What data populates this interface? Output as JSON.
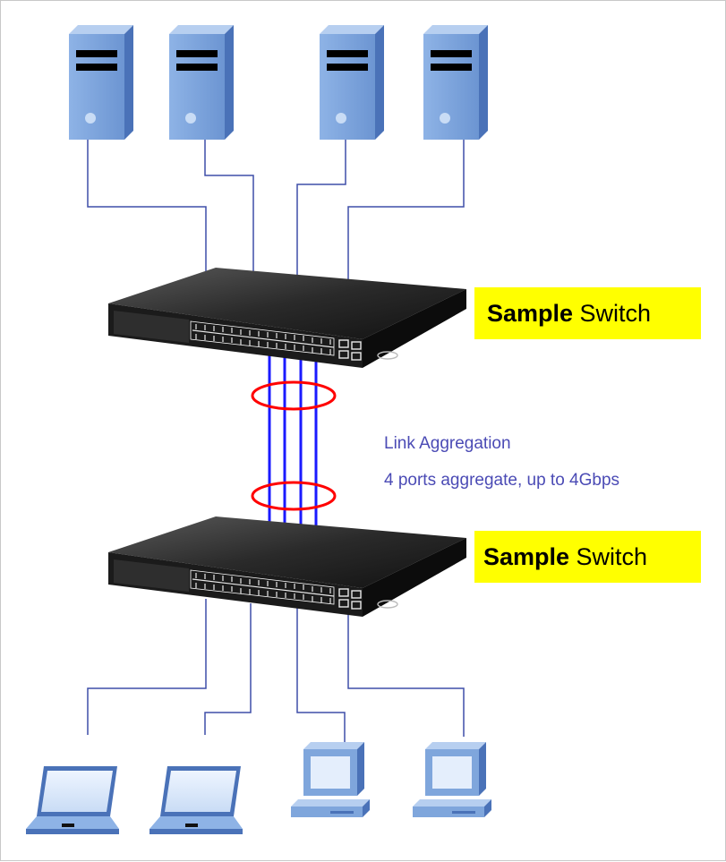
{
  "switches": [
    {
      "name_bold": "Sample",
      "name_rest": " Switch"
    },
    {
      "name_bold": "Sample",
      "name_rest": " Switch"
    }
  ],
  "aggregation": {
    "title": "Link Aggregation",
    "detail": "4 ports aggregate, up to 4Gbps"
  },
  "colors": {
    "server_face": "#7fa6dc",
    "server_side": "#4a72b8",
    "wire": "#3e4ea8",
    "trunk": "#1a1aff",
    "ring": "#ff0000",
    "label_bg": "#ffff00",
    "caption_text": "#4b4bb5",
    "switch_body": "#1b1b1b"
  },
  "icons": [
    "server-icon",
    "network-switch-icon",
    "laptop-icon",
    "desktop-computer-icon"
  ]
}
